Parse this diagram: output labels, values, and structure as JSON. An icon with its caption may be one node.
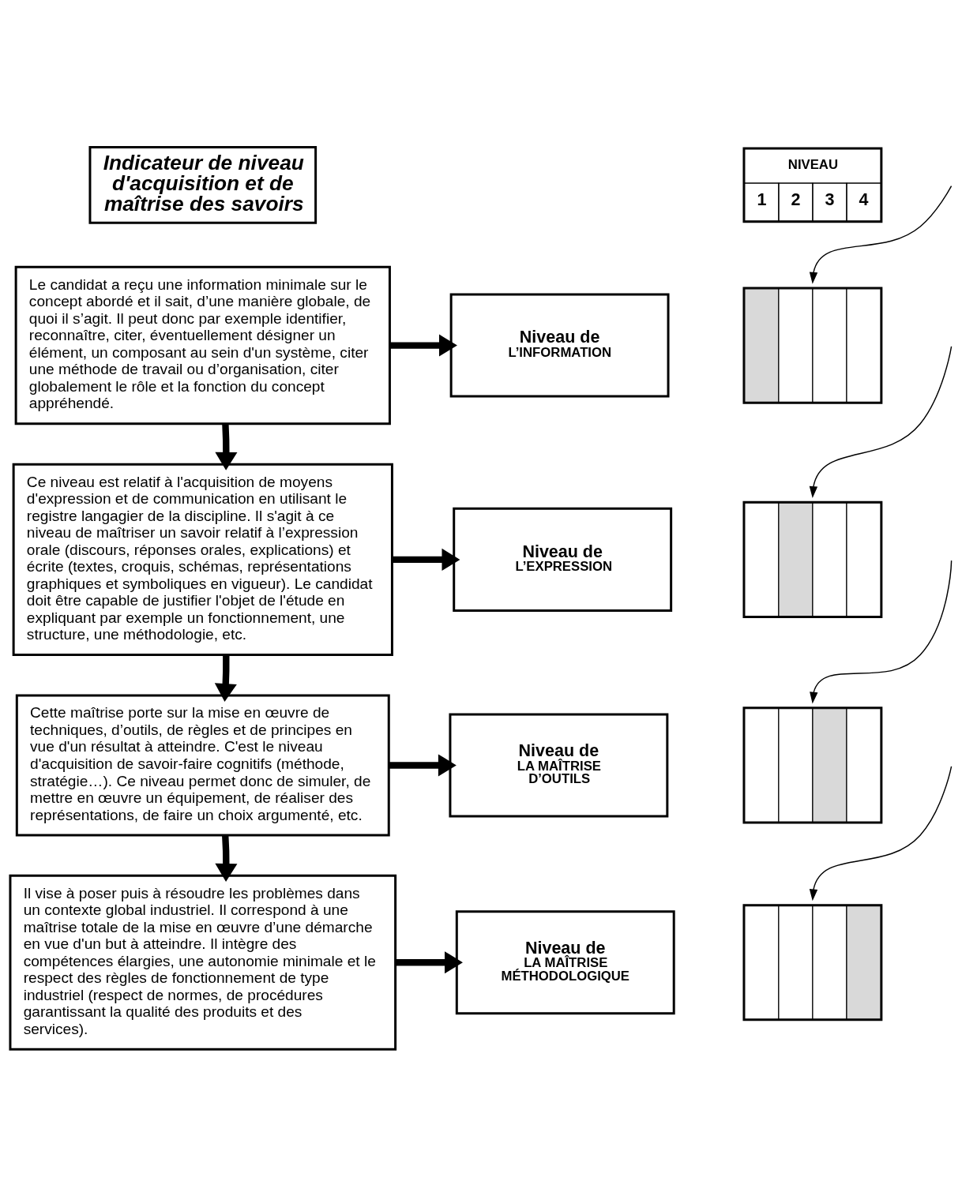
{
  "diagram": {
    "nodes": [
      {
        "text": [
          "Indicateur de niveau d'acquisition et de maîtrise des savoirs"
        ]
      },
      {
        "text": [
          "NIVEAU",
          "1",
          "2",
          "3",
          "4"
        ]
      },
      {
        "text": [
          "Le candidat a reçu une information minimale sur le concept abordé et il sait, d’une manière globale, de quoi il s’agit. Il peut donc par exemple identifier, reconnaître, citer, éventuellement désigner un élément, un composant au sein d'un système, citer une méthode de travail ou d’organisation, citer globalement le rôle et la fonction du concept appréhendé."
        ]
      },
      {
        "text": [
          "Niveau de",
          "L’INFORMATION"
        ]
      },
      {
        "text": [],
        "shape": "bar"
      },
      {
        "text": [
          "Ce niveau est relatif à l'acquisition de moyens d'expression et de communication en utilisant le registre langagier de la discipline. Il s'agit à ce niveau de maîtriser un savoir relatif à l’expression orale (discours, réponses orales, explications) et écrite (textes, croquis, schémas, représentations graphiques et symboliques en vigueur). Le candidat doit être capable de justifier l'objet de l'étude en expliquant par exemple un fonctionnement, une structure, une méthodologie, etc."
        ]
      },
      {
        "text": [
          "Niveau de",
          "L’EXPRESSION"
        ]
      },
      {
        "text": [],
        "shape": "bar"
      },
      {
        "text": [
          "Cette maîtrise porte sur la mise en œuvre de techniques, d’outils, de règles et de principes en vue d'un résultat à atteindre. C'est le niveau d'acquisition de savoir-faire cognitifs (méthode, stratégie…). Ce niveau permet donc de simuler, de mettre en œuvre un équipement, de réaliser des représentations, de faire un choix argumenté, etc."
        ]
      },
      {
        "text": [
          "Niveau de",
          "LA MAÎTRISE D’OUTILS"
        ]
      },
      {
        "text": [],
        "shape": "bar"
      },
      {
        "text": [
          "Il vise à poser puis à résoudre les problèmes dans un contexte global industriel. Il correspond à une maîtrise totale de la mise en œuvre d’une démarche en vue d'un but à atteindre. Il intègre des compétences élargies, une autonomie minimale et le respect des règles de fonctionnement de type industriel (respect de normes, de procédures garantissant la qualité des produits et des services)."
        ]
      },
      {
        "text": [
          "Niveau de",
          "LA MAÎTRISE MÉTHODOLOGIQUE"
        ]
      },
      {
        "text": [],
        "shape": "bar"
      }
    ],
    "edges": [
      {
        "from": 2,
        "to": 3,
        "arrow": "to"
      },
      {
        "from": 2,
        "to": 5,
        "arrow": "to"
      },
      {
        "from": 5,
        "to": 6,
        "arrow": "to"
      },
      {
        "from": 5,
        "to": 8,
        "arrow": "to"
      },
      {
        "from": 8,
        "to": 9,
        "arrow": "to"
      },
      {
        "from": 8,
        "to": 11,
        "arrow": "to"
      },
      {
        "from": 11,
        "to": 12,
        "arrow": "to"
      },
      {
        "from": null,
        "to": 4,
        "arrow": "to"
      },
      {
        "from": null,
        "to": 7,
        "arrow": "to"
      },
      {
        "from": null,
        "to": 10,
        "arrow": "to"
      },
      {
        "from": null,
        "to": 13,
        "arrow": "to"
      }
    ]
  }
}
